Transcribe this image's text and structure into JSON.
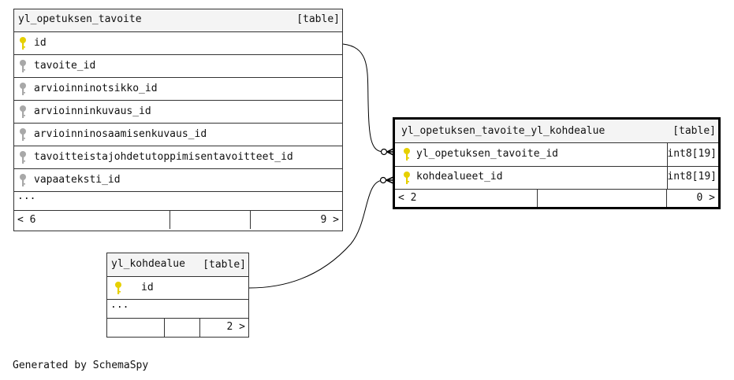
{
  "table_a": {
    "name": "yl_opetuksen_tavoite",
    "kind": "[table]",
    "columns": [
      {
        "name": "id",
        "key": "primary"
      },
      {
        "name": "tavoite_id",
        "key": "foreign"
      },
      {
        "name": "arvioinninotsikko_id",
        "key": "foreign"
      },
      {
        "name": "arvioinninkuvaus_id",
        "key": "foreign"
      },
      {
        "name": "arvioinninosaamisenkuvaus_id",
        "key": "foreign"
      },
      {
        "name": "tavoitteistajohdetutoppimisentavoitteet_id",
        "key": "foreign"
      },
      {
        "name": "vapaateksti_id",
        "key": "foreign"
      }
    ],
    "more": "...",
    "footer_left": "< 6",
    "footer_right": "9 >"
  },
  "table_b": {
    "name": "yl_opetuksen_tavoite_yl_kohdealue",
    "kind": "[table]",
    "columns": [
      {
        "name": "yl_opetuksen_tavoite_id",
        "type": "int8[19]",
        "key": "primary"
      },
      {
        "name": "kohdealueet_id",
        "type": "int8[19]",
        "key": "primary"
      }
    ],
    "footer_left": "< 2",
    "footer_right": "0 >"
  },
  "table_c": {
    "name": "yl_kohdealue",
    "kind": "[table]",
    "columns": [
      {
        "name": "id",
        "key": "primary"
      }
    ],
    "more": "...",
    "footer_right": "2 >"
  },
  "credit": "Generated by SchemaSpy",
  "colors": {
    "primary_key": "#e6d000",
    "foreign_key": "#a8a8a8",
    "header_bg": "#f4f4f4",
    "border": "#333333"
  }
}
